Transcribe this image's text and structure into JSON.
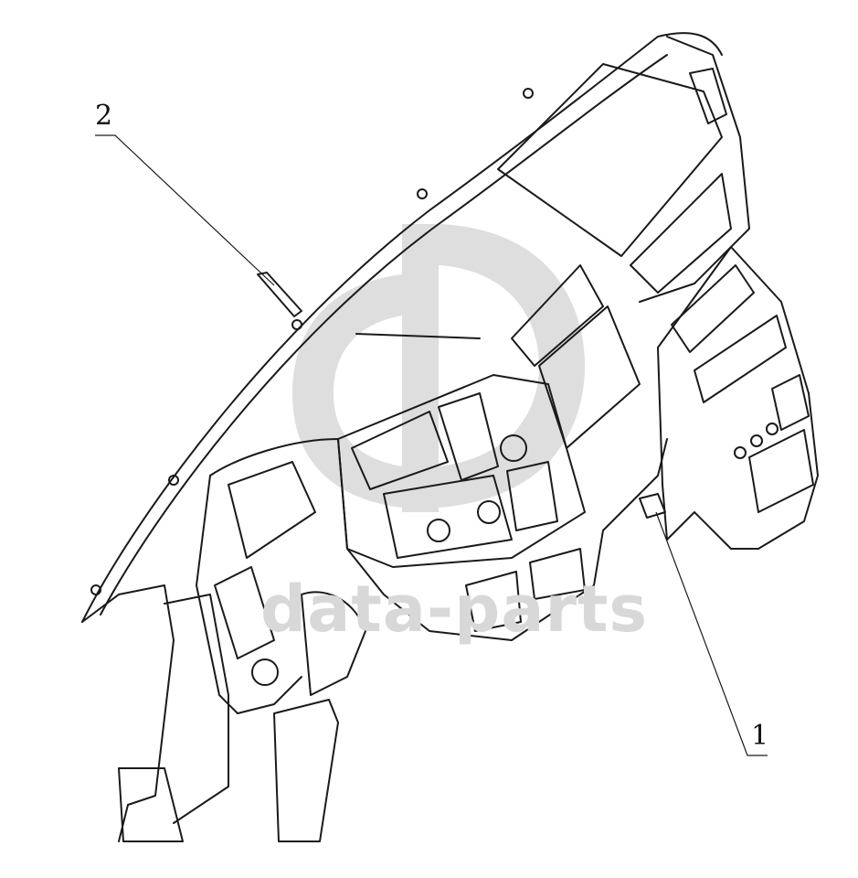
{
  "callouts": [
    {
      "id": "2",
      "label": "2"
    },
    {
      "id": "1",
      "label": "1"
    }
  ],
  "watermark": {
    "text": "data-parts",
    "color": "#d8d8d8"
  },
  "colors": {
    "line": "#1a1a1a",
    "fill": "#ffffff",
    "shade": "#cfcfcf"
  }
}
